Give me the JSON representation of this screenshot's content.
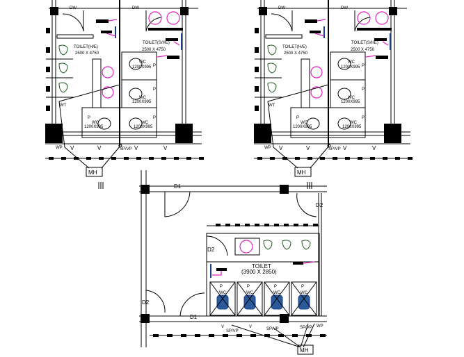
{
  "top_plans": {
    "toilet_he": {
      "title": "TOILET(H/E)",
      "size": "2500 X 4750"
    },
    "toilet_she": {
      "title": "TOILET(S/HE)",
      "size": "2500 X 4750"
    },
    "wc_label": "WC",
    "wc_size": "1200X995",
    "p_label": "P",
    "v_label": "V",
    "wt_label": "WT",
    "wp_label": "WP",
    "spvp_label": "SP/VP",
    "dw_label": "DW",
    "mh_label": "MH"
  },
  "bottom_plan": {
    "title": "TOILET",
    "size": "(3900 X 2850)",
    "door1": "D1",
    "door2": "D2",
    "wc_label": "WC",
    "p_label": "P",
    "v_label": "V",
    "spvp_label": "SP/VP",
    "wp_label": "WP",
    "mh_label": "MH"
  },
  "colors": {
    "sanitary": "#e020c0",
    "urinal": "#1f5a1f",
    "wc": "#1a3f8a"
  }
}
